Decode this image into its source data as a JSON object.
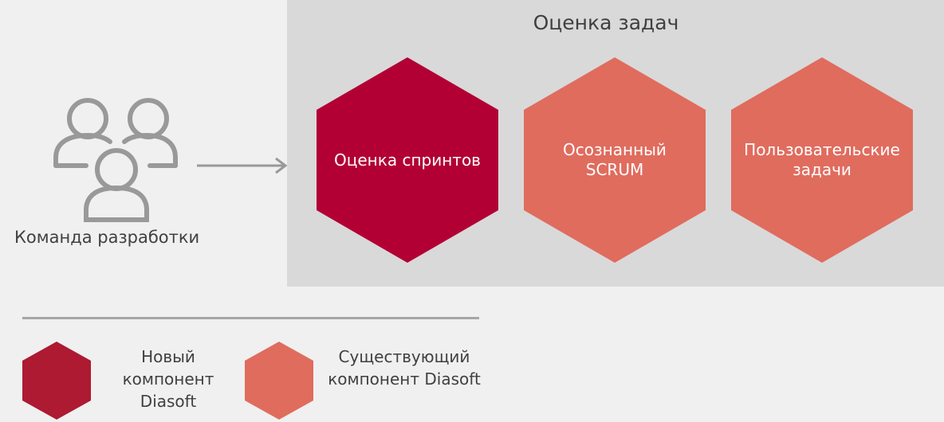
{
  "team": {
    "label": "Команда разработки",
    "icon": "team-people-icon"
  },
  "panel": {
    "title": "Оценка задач",
    "components": [
      {
        "label": "Оценка спринтов",
        "kind": "new"
      },
      {
        "label": "Осознанный SCRUM",
        "kind": "existing"
      },
      {
        "label": "Пользовательские задачи",
        "kind": "existing"
      }
    ]
  },
  "legend": {
    "new_label": "Новый компонент Diasoft",
    "existing_label": "Существующий компонент Diasoft"
  },
  "colors": {
    "new_component": "#b20035",
    "existing_component": "#e06c5e",
    "legend_new": "#ad1a31",
    "panel_bg": "#d9d9d9",
    "icon_gray": "#999999"
  }
}
